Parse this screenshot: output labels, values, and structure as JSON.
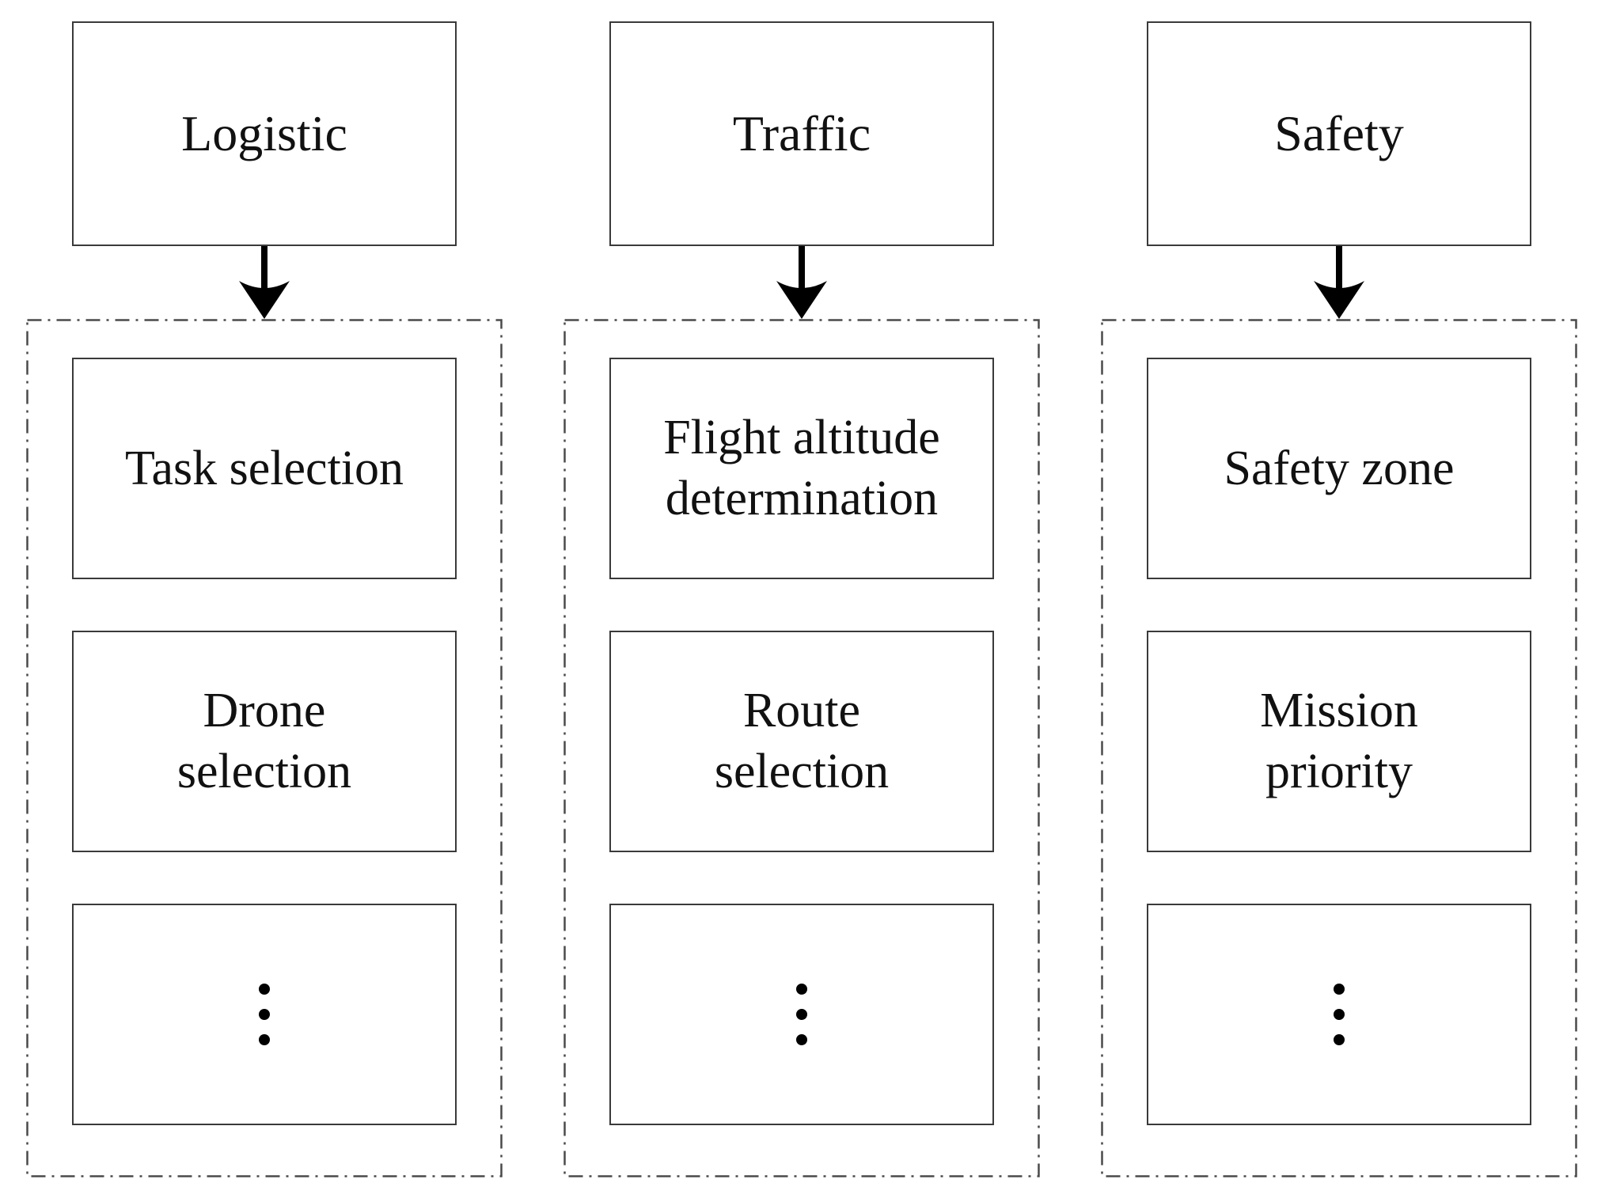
{
  "diagram": {
    "columns": [
      {
        "id": "logistic",
        "title": "Logistic",
        "items": [
          {
            "label": "Task selection"
          },
          {
            "label": [
              "Drone",
              "selection"
            ]
          },
          {
            "type": "ellipsis",
            "icon": "vertical-ellipsis-icon",
            "dot_count": 3
          }
        ]
      },
      {
        "id": "traffic",
        "title": "Traffic",
        "items": [
          {
            "label": [
              "Flight altitude",
              "determination"
            ]
          },
          {
            "label": [
              "Route",
              "selection"
            ]
          },
          {
            "type": "ellipsis",
            "icon": "vertical-ellipsis-icon",
            "dot_count": 3
          }
        ]
      },
      {
        "id": "safety",
        "title": "Safety",
        "items": [
          {
            "label": "Safety zone"
          },
          {
            "label": [
              "Mission",
              "priority"
            ]
          },
          {
            "type": "ellipsis",
            "icon": "vertical-ellipsis-icon",
            "dot_count": 3
          }
        ]
      }
    ],
    "connector": "down-arrow"
  },
  "colors": {
    "background": "#ffffff",
    "box_border": "#3a3a3a",
    "dash_border": "#4a4a4a",
    "text": "#111111",
    "arrow": "#000000"
  }
}
